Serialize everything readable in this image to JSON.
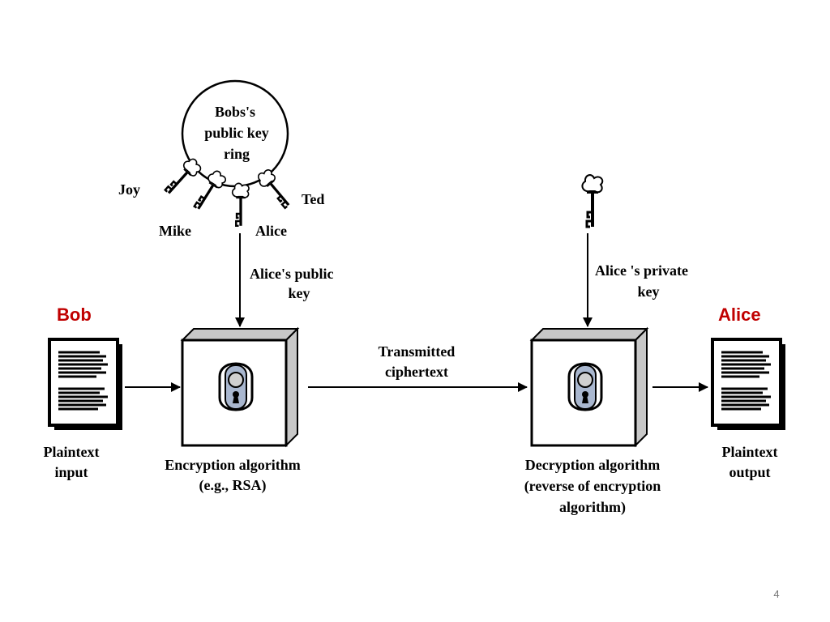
{
  "parties": {
    "sender": "Bob",
    "receiver": "Alice",
    "color": "#c00000"
  },
  "key_ring": {
    "title_lines": [
      "Bobs's",
      "public key",
      "ring"
    ],
    "keys": [
      "Joy",
      "Mike",
      "Alice",
      "Ted"
    ]
  },
  "public_key_label": [
    "Alice's public",
    "key"
  ],
  "private_key_label": [
    "Alice 's private",
    "key"
  ],
  "plaintext_input": [
    "Plaintext",
    "input"
  ],
  "encryption": [
    "Encryption algorithm",
    "(e.g., RSA)"
  ],
  "ciphertext": [
    "Transmitted",
    "ciphertext"
  ],
  "decryption": [
    "Decryption algorithm",
    "(reverse of encryption",
    "algorithm)"
  ],
  "plaintext_output": [
    "Plaintext",
    "output"
  ],
  "page_number": "4",
  "colors": {
    "lock_plate": "#a9b7cf",
    "box_shade": "#c8c8c8"
  },
  "icons": [
    "document-icon",
    "lock-icon",
    "key-icon",
    "key-ring-icon",
    "arrow-icon"
  ]
}
